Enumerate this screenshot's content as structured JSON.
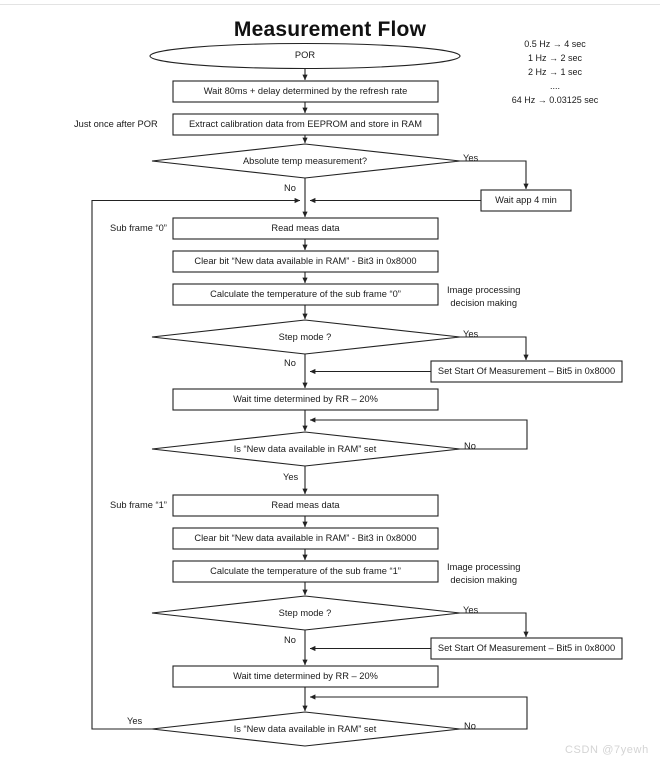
{
  "page": {
    "title": "Measurement Flow",
    "watermark": "CSDN @7yewh"
  },
  "legend": {
    "lines": [
      "0.5 Hz →  4 sec",
      "1 Hz →  2 sec",
      "2 Hz →  1 sec",
      "....",
      "64 Hz → 0.03125 sec"
    ]
  },
  "flow": {
    "nodes": {
      "por": {
        "label": "POR",
        "shape": "terminator"
      },
      "wait80ms": {
        "label": "Wait 80ms + delay determined by the refresh rate",
        "shape": "process"
      },
      "extract_cal": {
        "label": "Extract calibration data from EEPROM and store in RAM",
        "shape": "process"
      },
      "abs_temp": {
        "label": "Absolute temp measurement?",
        "shape": "decision"
      },
      "wait4min": {
        "label": "Wait app 4 min",
        "shape": "process"
      },
      "read_meas_0": {
        "label": "Read meas data",
        "shape": "process"
      },
      "clear_bit_0": {
        "label": "Clear bit “New data available in RAM” - Bit3 in 0x8000",
        "shape": "process"
      },
      "calc_temp_0": {
        "label": "Calculate the temperature of the sub frame “0”",
        "shape": "process"
      },
      "step_mode_0": {
        "label": "Step mode ?",
        "shape": "decision"
      },
      "set_som_0": {
        "label": "Set Start Of Measurement – Bit5 in 0x8000",
        "shape": "process"
      },
      "wait_rr_0": {
        "label": "Wait time determined by RR – 20%",
        "shape": "process"
      },
      "new_data_0": {
        "label": "Is “New data available in RAM” set",
        "shape": "decision"
      },
      "read_meas_1": {
        "label": "Read meas data",
        "shape": "process"
      },
      "clear_bit_1": {
        "label": "Clear bit “New data available in RAM” - Bit3 in 0x8000",
        "shape": "process"
      },
      "calc_temp_1": {
        "label": "Calculate the temperature of the sub frame “1”",
        "shape": "process"
      },
      "step_mode_1": {
        "label": "Step mode ?",
        "shape": "decision"
      },
      "set_som_1": {
        "label": "Set Start Of Measurement – Bit5 in 0x8000",
        "shape": "process"
      },
      "wait_rr_1": {
        "label": "Wait time determined by RR – 20%",
        "shape": "process"
      },
      "new_data_1": {
        "label": "Is “New data available in RAM” set",
        "shape": "decision"
      }
    },
    "annotations": {
      "just_once": "Just once after POR",
      "sub_frame_0": "Sub frame “0”",
      "sub_frame_1": "Sub frame “1”",
      "img_proc_0_line1": "Image processing",
      "img_proc_0_line2": "decision making",
      "img_proc_1_line1": "Image processing",
      "img_proc_1_line2": "decision making"
    },
    "edge_labels": {
      "abs_temp_yes": "Yes",
      "abs_temp_no": "No",
      "step_mode_0_yes": "Yes",
      "step_mode_0_no": "No",
      "new_data_0_no": "No",
      "new_data_0_yes": "Yes",
      "step_mode_1_yes": "Yes",
      "step_mode_1_no": "No",
      "new_data_1_no": "No",
      "new_data_1_yes": "Yes"
    }
  }
}
